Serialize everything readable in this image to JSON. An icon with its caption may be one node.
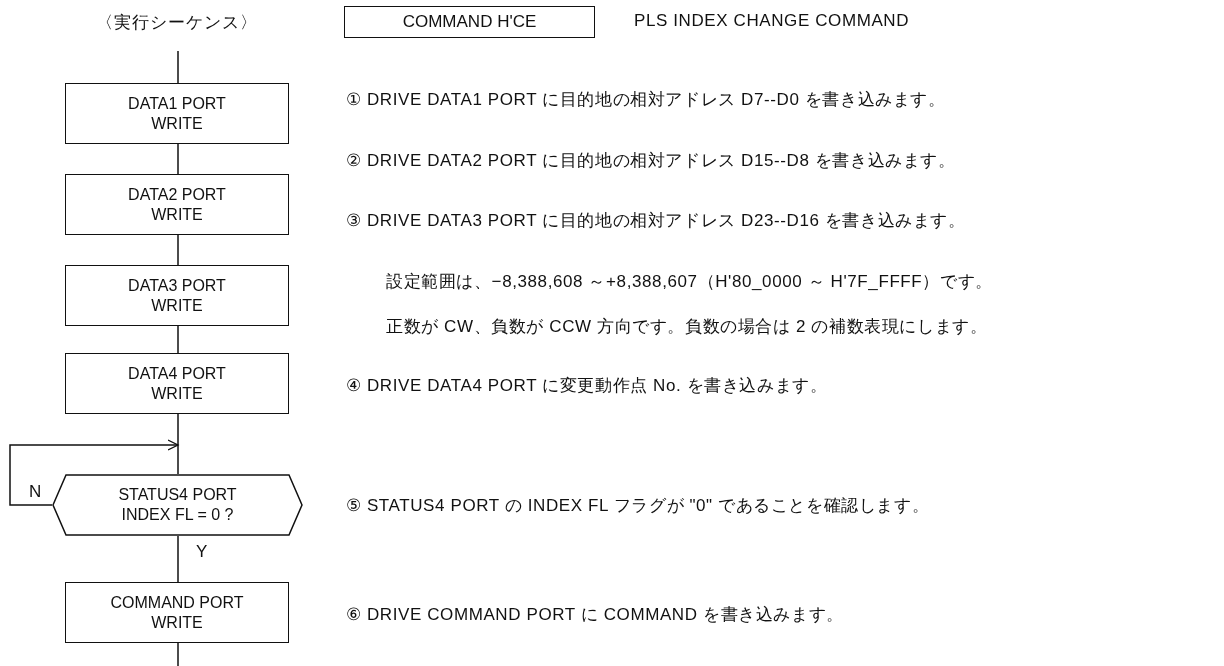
{
  "diagram": {
    "title": "〈実行シーケンス〉",
    "nodes": [
      {
        "text": [
          "DATA1 PORT WRITE"
        ]
      },
      {
        "text": [
          "DATA2 PORT WRITE"
        ]
      },
      {
        "text": [
          "DATA3 PORT WRITE"
        ]
      },
      {
        "text": [
          "DATA4 PORT WRITE"
        ]
      },
      {
        "text": [
          "STATUS4 PORT INDEX FL = 0 ?"
        ]
      },
      {
        "text": [
          "COMMAND PORT WRITE"
        ]
      },
      {
        "text": [
          "COMMAND H'CE"
        ]
      }
    ],
    "edges": [
      {
        "from": null,
        "to": 0,
        "arrow": "none"
      },
      {
        "from": 0,
        "to": 1,
        "arrow": "none"
      },
      {
        "from": 1,
        "to": 2,
        "arrow": "none"
      },
      {
        "from": 2,
        "to": 3,
        "arrow": "none"
      },
      {
        "from": 3,
        "to": 4,
        "arrow": "none"
      },
      {
        "from": 4,
        "to": 3,
        "arrow": "to",
        "label": "N"
      },
      {
        "from": 4,
        "to": 5,
        "arrow": "none",
        "label": "Y"
      },
      {
        "from": 5,
        "to": null,
        "arrow": "none"
      }
    ],
    "labels": [
      "PLS INDEX CHANGE COMMAND",
      "① DRIVE DATA1 PORT に目的地の相対アドレス D7--D0 を書き込みます。",
      "② DRIVE DATA2 PORT に目的地の相対アドレス D15--D8 を書き込みます。",
      "③ DRIVE DATA3 PORT に目的地の相対アドレス D23--D16 を書き込みます。",
      "設定範囲は、−8,388,608 ～+8,388,607（H'80_0000 ～ H'7F_FFFF）です。",
      "正数が CW、負数が CCW 方向です。負数の場合は 2 の補数表現にします。",
      "④ DRIVE DATA4 PORT に変更動作点 No. を書き込みます。",
      "⑤ STATUS4 PORT の INDEX FL フラグが \"0\" であることを確認します。",
      "⑥ DRIVE COMMAND PORT に COMMAND を書き込みます。"
    ]
  }
}
